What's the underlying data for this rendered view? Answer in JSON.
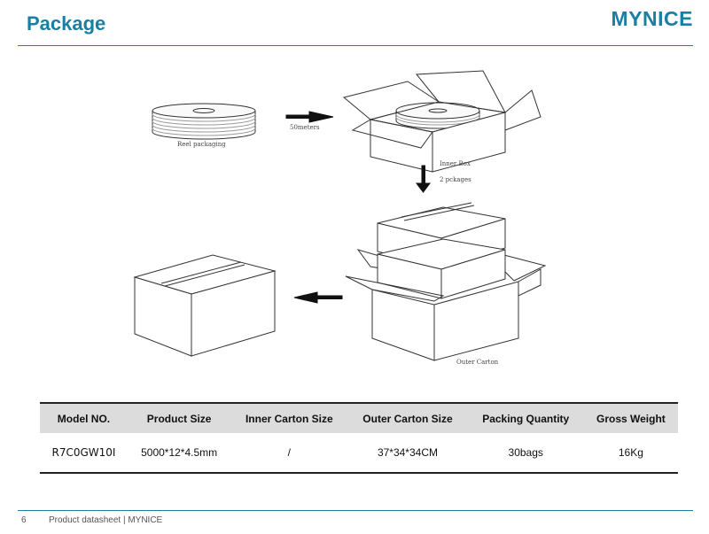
{
  "header": {
    "title": "Package",
    "brand": "MYNICE"
  },
  "diagram": {
    "labels": {
      "reel": "Reel packaging",
      "meters": "50meters",
      "inner_box": "Inner Box",
      "packages": "2 pckages",
      "outer_carton": "Outer Carton"
    }
  },
  "table": {
    "headers": [
      "Model NO.",
      "Product Size",
      "Inner Carton Size",
      "Outer Carton Size",
      "Packing Quantity",
      "Gross Weight"
    ],
    "rows": [
      [
        "R7C0GW10I",
        "5000*12*4.5mm",
        "/",
        "37*34*34CM",
        "30bags",
        "16Kg"
      ]
    ]
  },
  "footer": {
    "page_number": "6",
    "text": "Product datasheet | MYNICE"
  }
}
